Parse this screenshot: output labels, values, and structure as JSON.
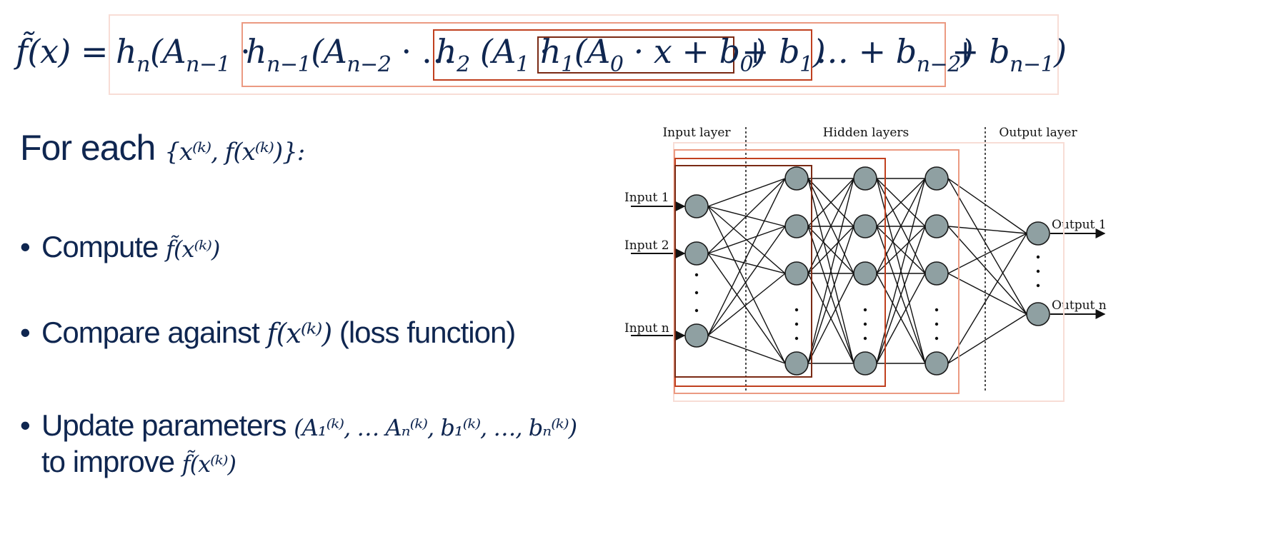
{
  "equation": {
    "lhs": "f̃(x) =",
    "parts": [
      {
        "fn": "h",
        "sub": "n",
        "rest": "(A",
        "rest_sub": "n−1",
        "tail": " ·"
      },
      {
        "fn": "h",
        "sub": "n−1",
        "rest": "(A",
        "rest_sub": "n−2",
        "tail": " · …"
      },
      {
        "fn": "h",
        "sub": "2",
        "rest": " (A",
        "rest_sub": "1",
        "tail": " ·"
      },
      {
        "fn": "h",
        "sub": "1",
        "rest": "(A",
        "rest_sub": "0",
        "tail": " · x + b",
        "tail_sub": "0",
        "close": ")"
      }
    ],
    "suffix_1": "+ b",
    "suffix_1_sub": "1",
    "suffix_1_close": ")",
    "suffix_2": "… + b",
    "suffix_2_sub": "n−2",
    "suffix_2_close": ")",
    "suffix_3": "+ b",
    "suffix_3_sub": "n−1",
    "suffix_3_close": ")",
    "box_colors": [
      "#f8ddd6",
      "#eb9a82",
      "#c0401f",
      "#7a2a14"
    ]
  },
  "heading": {
    "text": "For each",
    "math": "{x⁽ᵏ⁾, f(x⁽ᵏ⁾)}:"
  },
  "bullets": [
    {
      "text": "Compute",
      "math": "f̃(x⁽ᵏ⁾)"
    },
    {
      "text": "Compare against",
      "math": "f(x⁽ᵏ⁾)",
      "suffix": "(loss function)"
    },
    {
      "text": "Update parameters",
      "math": "(A₁⁽ᵏ⁾, … Aₙ⁽ᵏ⁾, b₁⁽ᵏ⁾, …, bₙ⁽ᵏ⁾)",
      "line2_text": "to improve",
      "line2_math": "f̃(x⁽ᵏ⁾)"
    }
  ],
  "diagram": {
    "layer_labels": [
      "Input layer",
      "Hidden layers",
      "Output layer"
    ],
    "input_labels": [
      "Input 1",
      "Input 2",
      "Input n"
    ],
    "output_labels": [
      "Output 1",
      "Output n"
    ],
    "node_color": "#8fa0a2",
    "box_colors": [
      "#f8ddd6",
      "#eb9a82",
      "#c0401f",
      "#7a2a14"
    ]
  }
}
